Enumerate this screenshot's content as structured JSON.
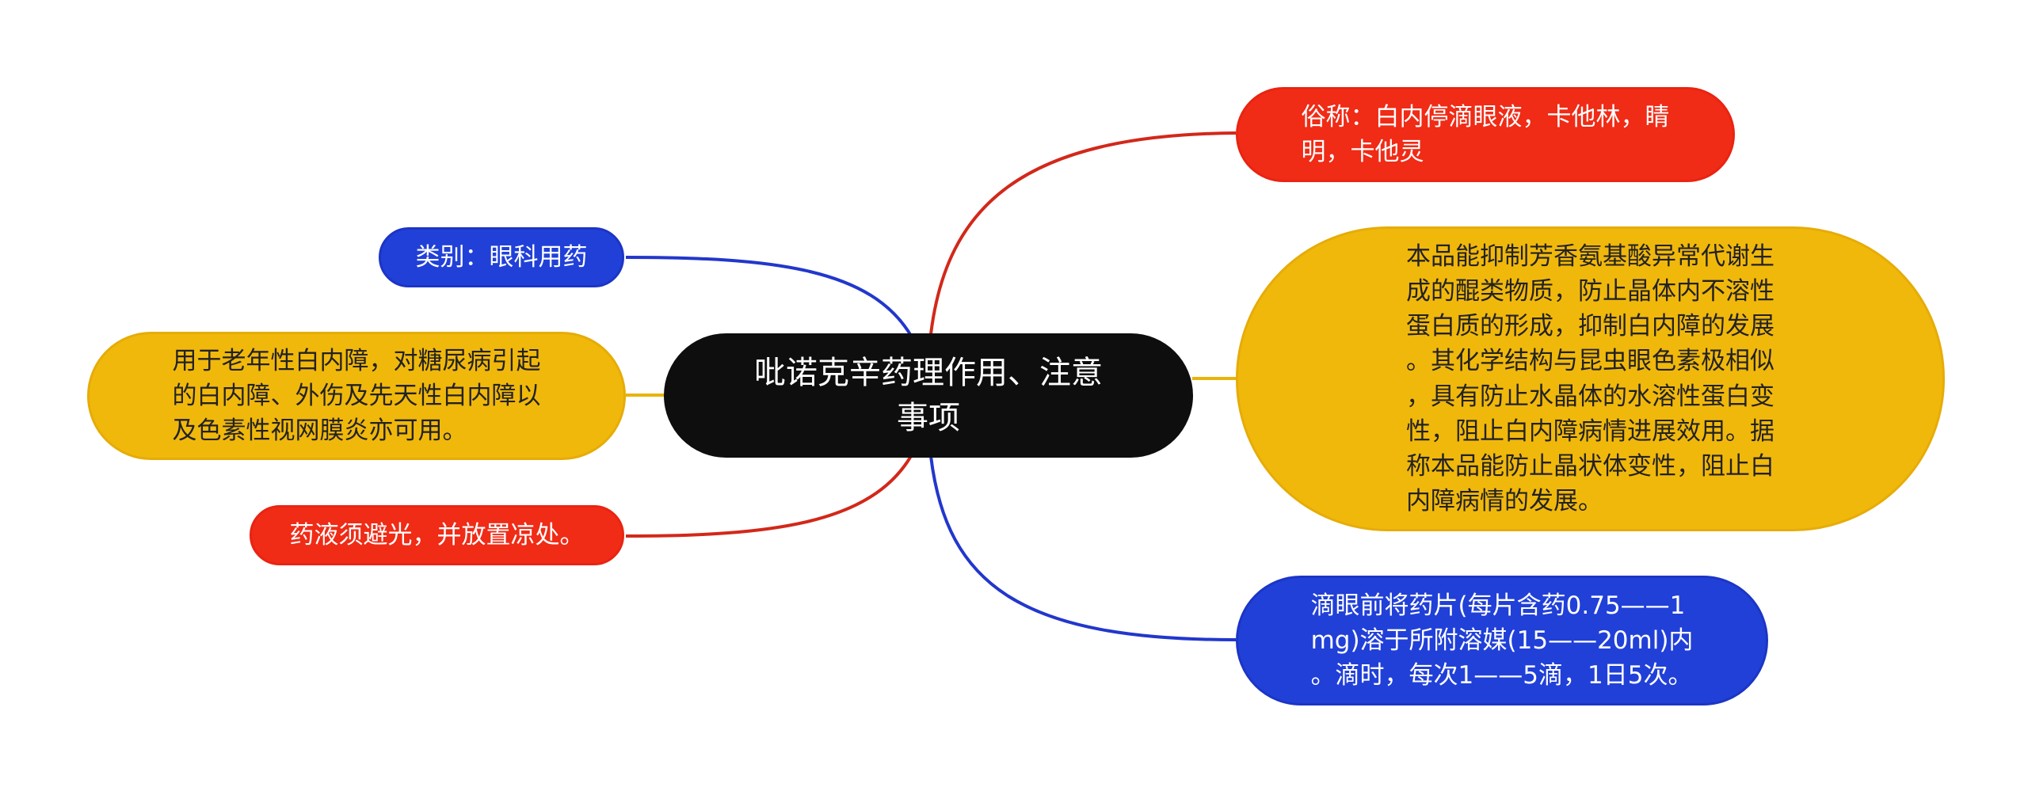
{
  "mindmap": {
    "center": "吡诺克辛药理作用、注意\n事项",
    "right": [
      {
        "text": "俗称：白内停滴眼液，卡他林，睛\n明，卡他灵",
        "color": "red"
      },
      {
        "text": "本品能抑制芳香氨基酸异常代谢生\n成的醌类物质，防止晶体内不溶性\n蛋白质的形成，抑制白内障的发展\n。其化学结构与昆虫眼色素极相似\n，具有防止水晶体的水溶性蛋白变\n性，阻止白内障病情进展效用。据\n称本品能防止晶状体变性，阻止白\n内障病情的发展。",
        "color": "yellow"
      },
      {
        "text": "滴眼前将药片(每片含药0.75——1\nmg)溶于所附溶媒(15——20ml)内\n。滴时，每次1——5滴，1日5次。",
        "color": "blue"
      }
    ],
    "left": [
      {
        "text": "类别：眼科用药",
        "color": "blue"
      },
      {
        "text": "用于老年性白内障，对糖尿病引起\n的白内障、外伤及先天性白内障以\n及色素性视网膜炎亦可用。",
        "color": "yellow"
      },
      {
        "text": "药液须避光，并放置凉处。",
        "color": "red"
      }
    ]
  },
  "colors": {
    "red": "#f02b16",
    "blue": "#2140d8",
    "yellow": "#f1b80c",
    "center": "#0e0e0e"
  }
}
